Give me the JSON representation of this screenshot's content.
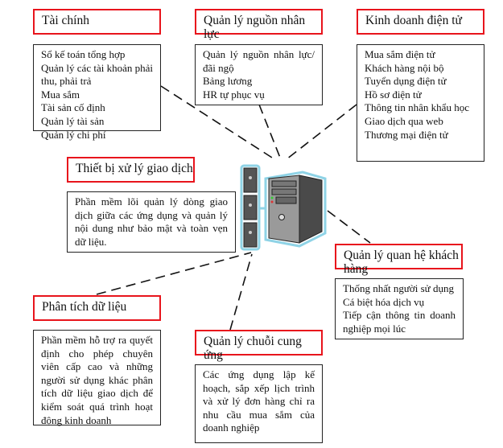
{
  "nodes": {
    "finance": {
      "title": "Tài chính",
      "items": [
        "Sổ kế toán tổng hợp",
        "Quản lý các tài khoản phải thu, phải trả",
        "Mua sắm",
        "Tài sản cố định",
        "Quản lý tài sản",
        "Quản lý chi phí"
      ]
    },
    "hr": {
      "title": "Quản lý nguồn nhân lực",
      "items": [
        "Quản lý nguồn nhân lực/đãi ngộ",
        "Bảng lương",
        "HR tự phục vụ"
      ]
    },
    "ebusiness": {
      "title": "Kinh doanh điện tử",
      "items": [
        "Mua sắm điện tử",
        "Khách hàng nội bộ",
        "Tuyển dụng điện tử",
        "Hồ sơ điện tử",
        "Thông tin nhân khẩu học",
        "Giao dịch qua web",
        "Thương mại điện tử"
      ]
    },
    "transaction": {
      "title": "Thiết bị xử lý giao dịch",
      "description": "Phần mềm lõi quản lý dòng giao dịch giữa các ứng dụng và quản lý nội dung như bảo mật và toàn vẹn dữ liệu."
    },
    "crm": {
      "title": "Quản lý quan hệ khách hàng",
      "items": [
        "Thống nhất người sử dụng",
        "Cá biệt hóa dịch vụ",
        "Tiếp cận thông tin doanh nghiệp mọi lúc"
      ]
    },
    "analytics": {
      "title": "Phân tích dữ liệu",
      "description": "Phần mềm hỗ trợ ra quyết định cho phép chuyên viên cấp cao và những người sử dụng khác phân tích dữ liệu giao dịch để kiểm soát quá trình hoạt động kinh doanh"
    },
    "supply": {
      "title": "Quản lý chuỗi cung ứng",
      "description": "Các ứng dụng lập kế hoạch, sắp xếp lịch trình và xử lý đơn hàng chỉ ra nhu cầu mua sắm của doanh nghiệp"
    }
  },
  "center_icon": "server-icon",
  "colors": {
    "title_border": "#e8141c",
    "connector": "#111111",
    "server_outline": "#8fd3e6"
  }
}
